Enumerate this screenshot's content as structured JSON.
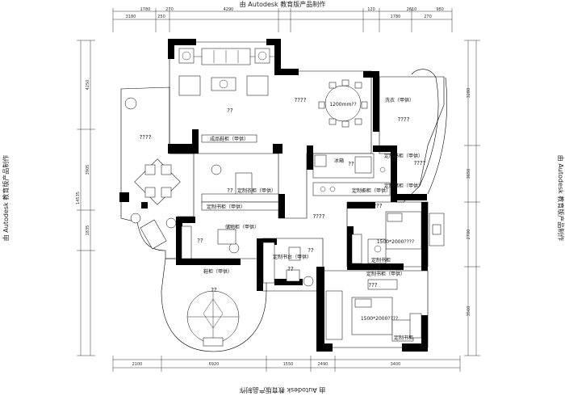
{
  "watermarks": {
    "top": "由 Autodesk 教育版产品制作",
    "bottom": "由 Autodesk 教育版产品制作",
    "left": "由 Autodesk 教育版产品制作",
    "right": "由 Autodesk 教育版产品制作"
  },
  "dimensions": {
    "top_outer": [
      "1780",
      "270",
      "4290",
      "120",
      "2610",
      "980"
    ],
    "top_inner": [
      "3180",
      "250",
      "1780",
      "270"
    ],
    "bottom_outer": [
      "2100",
      "6920",
      "1550",
      "2490",
      "3400"
    ],
    "left": [
      "4250",
      "3905",
      "1835",
      "14535"
    ],
    "right": [
      "3280",
      "3650",
      "2700",
      "3560"
    ]
  },
  "labels": {
    "cabinet_top": "成品鞋柜（甲供）",
    "dining_table": "1200mm??",
    "wardrobe_a": "定制衣柜（甲供）",
    "wardrobe_b": "定制书柜（甲供）",
    "cabinet_small": "储物柜（甲供）",
    "kitchen_cab": "定制橱柜（甲供）",
    "fridge": "冰箱",
    "wash": "洗衣（甲供）",
    "utility": "定制书柜（甲供）",
    "mid_cab": "定制储柜（甲供）",
    "bath_cab": "定制书台（甲供）",
    "bed_upper": "1500*2000????",
    "bed_lower": "1500*2000????",
    "bed_upper_cab": "定制书柜",
    "bed_lower_cab": "定制书柜",
    "wardrobe_left": "定制书柜（甲供）",
    "cab_left_low": "鞋柜（甲供）",
    "living": "??",
    "dining": "????",
    "balcony": "????",
    "kitchen": "??",
    "entry": "????",
    "study": "??",
    "bath": "??",
    "bedroom_upper": "???",
    "bedroom_lower": "???",
    "walkin": "??",
    "corridor": "??",
    "sunroom": "??",
    "right_balcony": "????",
    "small_room": "????"
  }
}
